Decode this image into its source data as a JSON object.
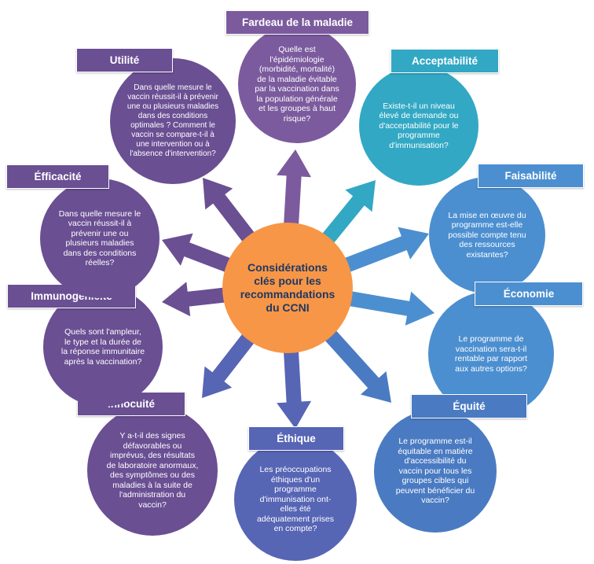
{
  "colors": {
    "purple": "#7b5b9e",
    "purple_dark": "#6a4f93",
    "teal": "#32a8c4",
    "blue": "#4c8fd0",
    "blue_dark": "#4a7bc2",
    "indigo": "#5765b5",
    "center": "#f79646",
    "center_text": "#1f3864"
  },
  "center": {
    "text": "Considérations clés pour les recommandations du CCNI"
  },
  "nodes": [
    {
      "id": "fardeau",
      "label": "Fardeau de la maladie",
      "text": "Quelle est l'épidémiologie (morbidité, mortalité) de la maladie évitable par la vaccination dans la population générale et les groupes à haut risque?"
    },
    {
      "id": "acceptabilite",
      "label": "Acceptabilité",
      "text": "Existe-t-il un niveau élevé de demande ou d'acceptabilité pour le programme d'immunisation?"
    },
    {
      "id": "faisabilite",
      "label": "Faisabilité",
      "text": "La mise en œuvre du programme est-elle possible compte tenu des ressources existantes?"
    },
    {
      "id": "economie",
      "label": "Économie",
      "text": "Le programme de vaccination sera-t-il rentable par rapport aux autres options?"
    },
    {
      "id": "equite",
      "label": "Équité",
      "text": "Le programme est-il équitable en matière d'accessibilité du vaccin pour tous les groupes cibles qui peuvent bénéficier du vaccin?"
    },
    {
      "id": "ethique",
      "label": "Éthique",
      "text": "Les préoccupations éthiques d'un programme d'immunisation ont-elles été adéquatement prises en compte?"
    },
    {
      "id": "innocuite",
      "label": "Innocuité",
      "text": "Y a-t-il des signes défavorables ou imprévus, des résultats de laboratoire anormaux, des symptômes ou des maladies à la suite de l'administration du vaccin?"
    },
    {
      "id": "immunogenicite",
      "label": "Immunogénicité",
      "text": "Quels sont l'ampleur, le type et la durée de la réponse immunitaire après la vaccination?"
    },
    {
      "id": "efficacite",
      "label": "Éfficacité",
      "text": "Dans quelle mesure le vaccin réussit-il à prévenir une ou plusieurs maladies dans des conditions réelles?"
    },
    {
      "id": "utilite",
      "label": "Utilité",
      "text": "Dans quelle mesure le vaccin réussit-il à prévenir une ou plusieurs maladies dans des conditions optimales ? Comment le vaccin se compare-t-il à une intervention ou à l'absence d'intervention?"
    }
  ]
}
